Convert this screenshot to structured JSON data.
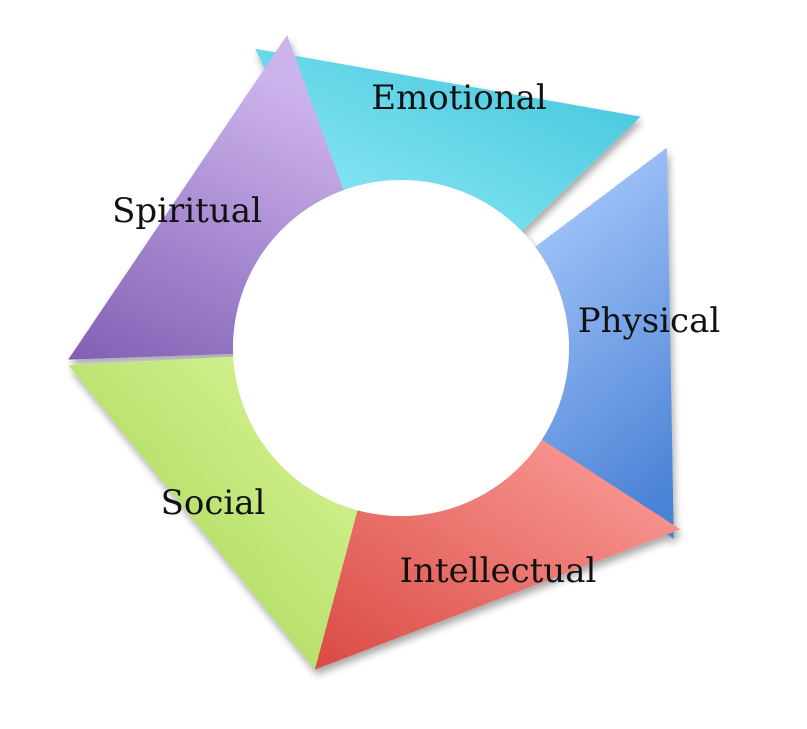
{
  "diagram": {
    "type": "donut-cycle",
    "segments": [
      {
        "label": "Emotional",
        "color_light": "#94ecf8",
        "color_dark": "#3cc3d9"
      },
      {
        "label": "Physical",
        "color_light": "#a9c9fb",
        "color_dark": "#4a82d6"
      },
      {
        "label": "Intellectual",
        "color_light": "#fda19c",
        "color_dark": "#d94a43"
      },
      {
        "label": "Social",
        "color_light": "#dcf99a",
        "color_dark": "#9fce4d"
      },
      {
        "label": "Spiritual",
        "color_light": "#cdb3ec",
        "color_dark": "#8060b4"
      }
    ]
  }
}
